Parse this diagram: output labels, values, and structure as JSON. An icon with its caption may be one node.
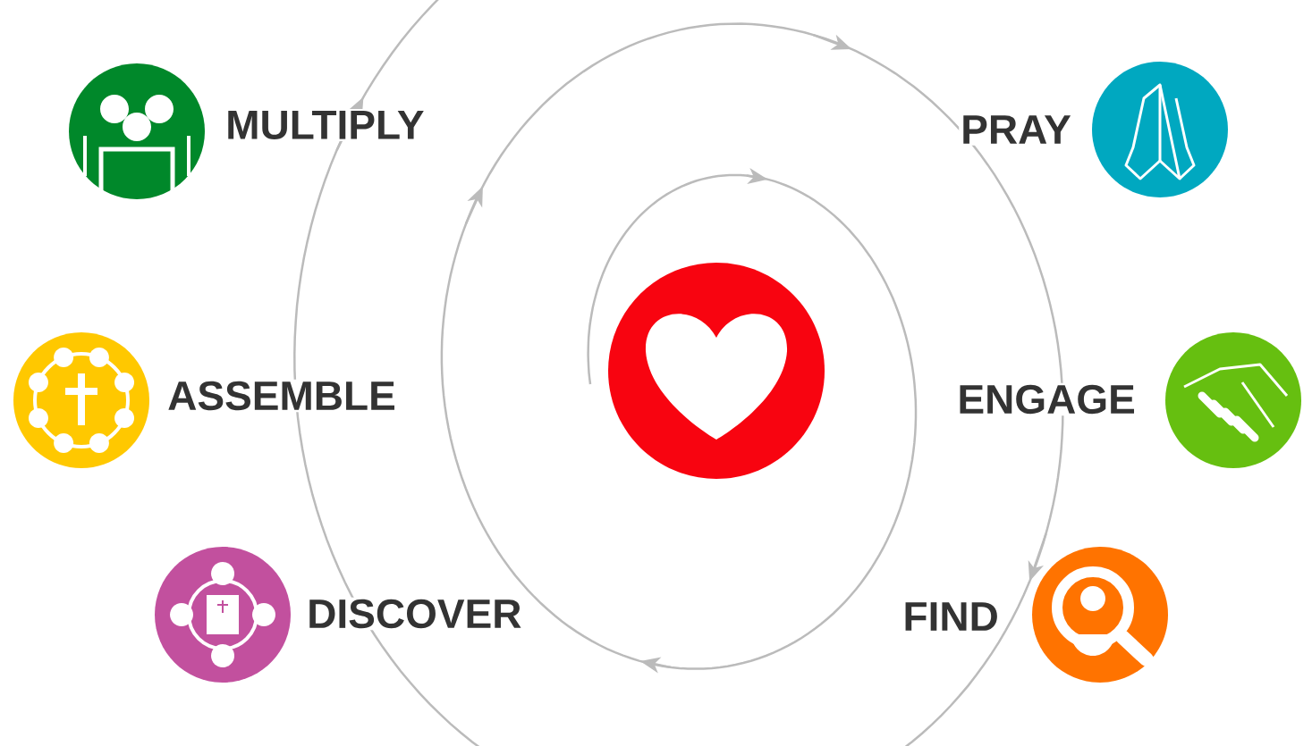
{
  "diagram": {
    "nodes": [
      {
        "text": [
          "MULTIPLY"
        ]
      },
      {
        "text": [
          "PRAY"
        ]
      },
      {
        "text": [
          "ASSEMBLE"
        ]
      },
      {
        "text": [
          "ENGAGE"
        ]
      },
      {
        "text": [],
        "shape": "circle"
      },
      {
        "text": [
          "DISCOVER"
        ]
      },
      {
        "text": [
          "FIND"
        ]
      }
    ]
  }
}
